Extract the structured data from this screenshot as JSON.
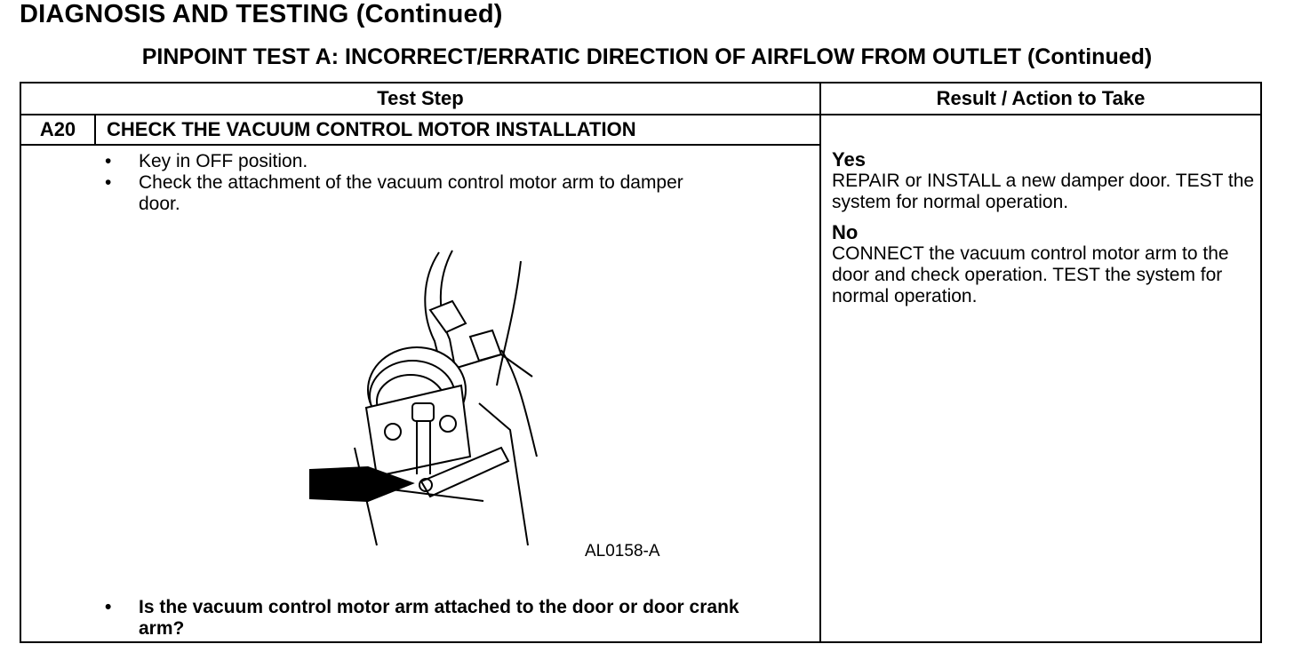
{
  "header": {
    "title": "DIAGNOSIS AND TESTING (Continued)",
    "subtitle": "PINPOINT TEST  A: INCORRECT/ERRATIC DIRECTION OF AIRFLOW FROM OUTLET (Continued)"
  },
  "table": {
    "col_test_step": "Test Step",
    "col_result": "Result / Action to Take",
    "step": {
      "id": "A20",
      "title": "CHECK THE VACUUM CONTROL MOTOR INSTALLATION",
      "bullets": [
        "Key in OFF position.",
        "Check the attachment of the vacuum control motor arm to damper door."
      ],
      "figure_label": "AL0158-A",
      "question": "Is the vacuum control motor arm attached to the door or door crank arm?"
    },
    "results": [
      {
        "label": "Yes",
        "action": "REPAIR or INSTALL a new damper door. TEST the system for normal operation."
      },
      {
        "label": "No",
        "action": "CONNECT the vacuum control motor arm to the door and check operation. TEST the system for normal operation."
      }
    ]
  },
  "icons": {
    "bullet": "•"
  }
}
